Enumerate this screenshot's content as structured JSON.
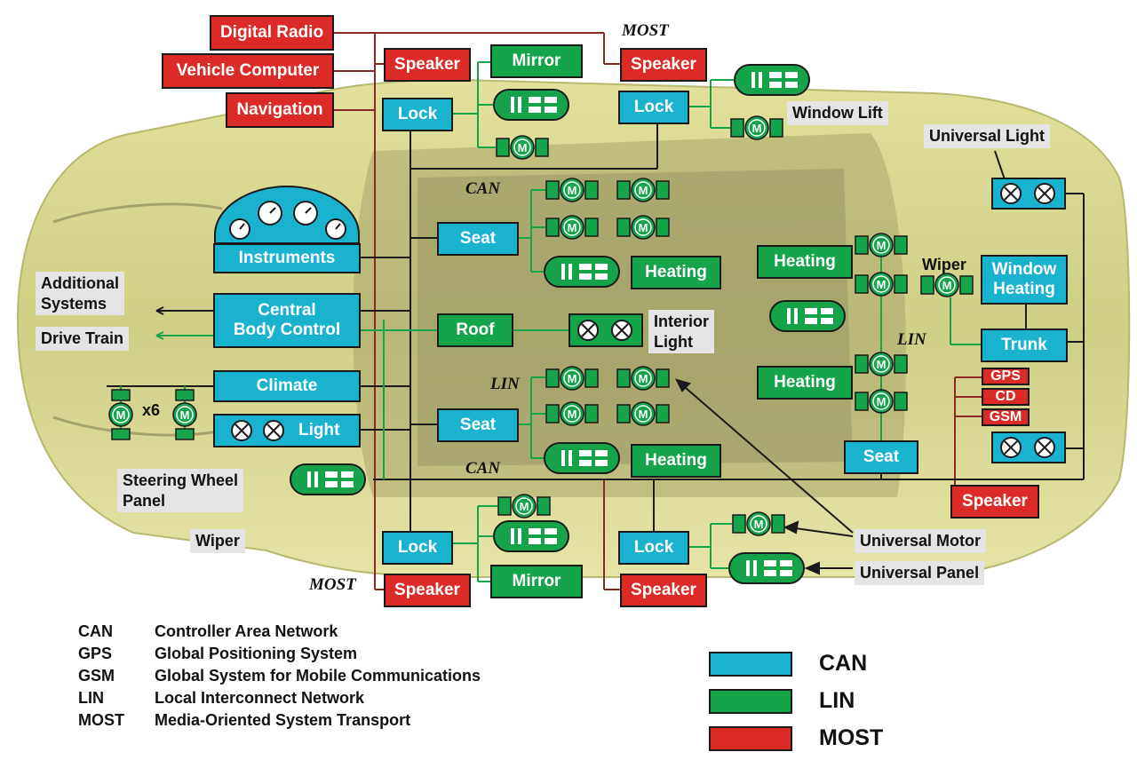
{
  "modules": {
    "digital_radio": "Digital Radio",
    "vehicle_computer": "Vehicle Computer",
    "navigation": "Navigation",
    "speaker": "Speaker",
    "mirror": "Mirror",
    "lock": "Lock",
    "seat": "Seat",
    "heating": "Heating",
    "instruments": "Instruments",
    "central_body_control": "Central\nBody Control",
    "roof": "Roof",
    "climate": "Climate",
    "light": "Light",
    "window_heating": "Window\nHeating",
    "trunk": "Trunk",
    "gps": "GPS",
    "cd": "CD",
    "gsm": "GSM",
    "motor_letter": "M"
  },
  "labels": {
    "window_lift": "Window Lift",
    "universal_light": "Universal Light",
    "additional_systems": "Additional\nSystems",
    "drive_train": "Drive Train",
    "interior_light": "Interior\nLight",
    "wiper": "Wiper",
    "steering_wheel_panel": "Steering Wheel\nPanel",
    "universal_motor": "Universal Motor",
    "universal_panel": "Universal Panel",
    "x6": "x6"
  },
  "networks": {
    "most": "MOST",
    "can": "CAN",
    "lin": "LIN"
  },
  "abbreviations": [
    {
      "abbr": "CAN",
      "definition": "Controller Area Network"
    },
    {
      "abbr": "GPS",
      "definition": "Global Positioning System"
    },
    {
      "abbr": "GSM",
      "definition": "Global System for Mobile Communications"
    },
    {
      "abbr": "LIN",
      "definition": "Local Interconnect Network"
    },
    {
      "abbr": "MOST",
      "definition": "Media-Oriented System Transport"
    }
  ],
  "key": [
    {
      "label": "CAN",
      "color": "#1ab3cf"
    },
    {
      "label": "LIN",
      "color": "#16a44a"
    },
    {
      "label": "MOST",
      "color": "#dc2b27"
    }
  ],
  "colors": {
    "can": "#1ab3cf",
    "lin": "#16a44a",
    "most": "#dc2b27",
    "car_body": "#d9d78a",
    "bus_line": "#1a1a1a",
    "most_line": "#8b2a22"
  }
}
